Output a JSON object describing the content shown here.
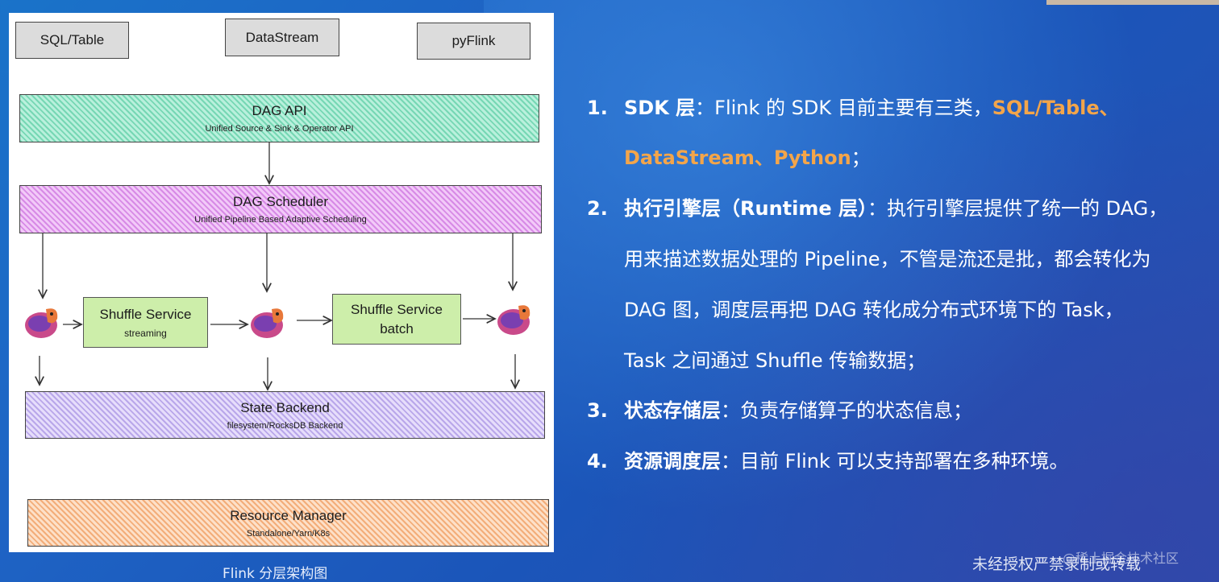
{
  "diagram": {
    "sdk": [
      "SQL/Table",
      "DataStream",
      "pyFlink"
    ],
    "dag_api": {
      "title": "DAG  API",
      "subtitle": "Unified Source & Sink & Operator API"
    },
    "dag_scheduler": {
      "title": "DAG Scheduler",
      "subtitle": "Unified Pipeline Based Adaptive Scheduling"
    },
    "shuffle_streaming": {
      "title": "Shuffle Service",
      "subtitle": "streaming"
    },
    "shuffle_batch": {
      "title": "Shuffle Service",
      "subtitle": "batch"
    },
    "state_backend": {
      "title": "State Backend",
      "subtitle": "filesystem/RocksDB Backend"
    },
    "resource_manager": {
      "title": "Resource Manager",
      "subtitle": "Standalone/Yarn/K8s"
    },
    "caption": "Flink 分层架构图",
    "icon": "flink-squirrel-icon"
  },
  "points": [
    {
      "num": "1.",
      "head": "SDK 层",
      "text": "：Flink 的 SDK 目前主要有三类，",
      "highlight": "SQL/Table、",
      "line2_highlight": "DataStream、Python",
      "line2_text": "；"
    },
    {
      "num": "2.",
      "head": "执行引擎层（Runtime 层）",
      "text": "：执行引擎层提供了统一的 DAG，",
      "lines": [
        "用来描述数据处理的 Pipeline，不管是流还是批，都会转化为",
        "DAG 图，调度层再把 DAG 转化成分布式环境下的 Task，",
        "Task 之间通过 Shuffle 传输数据；"
      ]
    },
    {
      "num": "3.",
      "head": "状态存储层",
      "text": "：负责存储算子的状态信息；"
    },
    {
      "num": "4.",
      "head": "资源调度层",
      "text": "：目前 Flink 可以支持部署在多种环境。"
    }
  ],
  "watermark": "未经授权严禁录制或转载",
  "watermark2": "@稀土掘金技术社区",
  "colors": {
    "highlight": "#f3a54a",
    "green": "#9fe6cc",
    "purple": "#e8a9f2",
    "lavender": "#d3c7f5",
    "orange": "#f8c79f",
    "shuffle": "#cdeeaa"
  }
}
